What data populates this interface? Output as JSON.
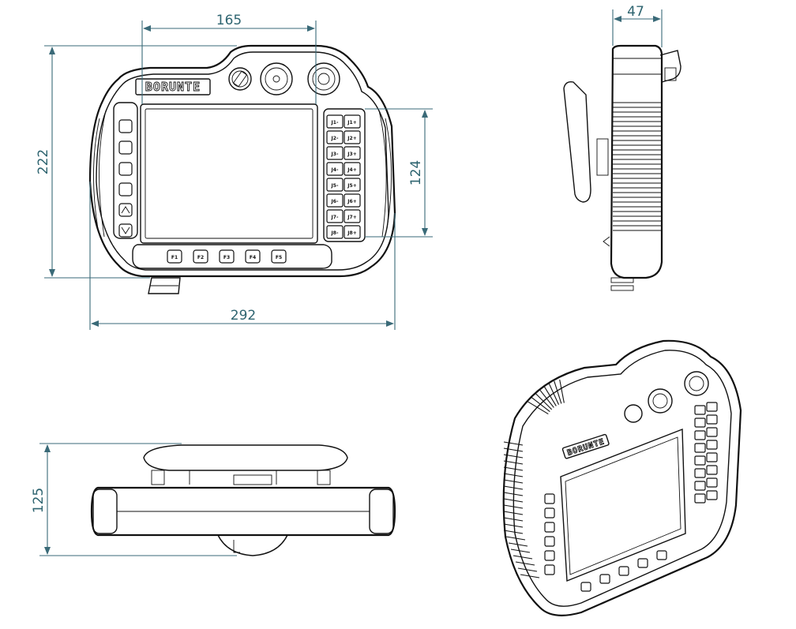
{
  "dimensions": {
    "screen_width": "165",
    "height": "222",
    "keypad_height": "124",
    "width": "292",
    "depth": "47",
    "depth_with_stand": "125"
  },
  "brand": "BORUNTE",
  "jog_keys": [
    {
      "minus": "J1-",
      "plus": "J1+"
    },
    {
      "minus": "J2-",
      "plus": "J2+"
    },
    {
      "minus": "J3-",
      "plus": "J3+"
    },
    {
      "minus": "J4-",
      "plus": "J4+"
    },
    {
      "minus": "J5-",
      "plus": "J5+"
    },
    {
      "minus": "J6-",
      "plus": "J6+"
    },
    {
      "minus": "J7-",
      "plus": "J7+"
    },
    {
      "minus": "J8-",
      "plus": "J8+"
    }
  ],
  "function_keys": [
    "F1",
    "F2",
    "F3",
    "F4",
    "F5"
  ]
}
